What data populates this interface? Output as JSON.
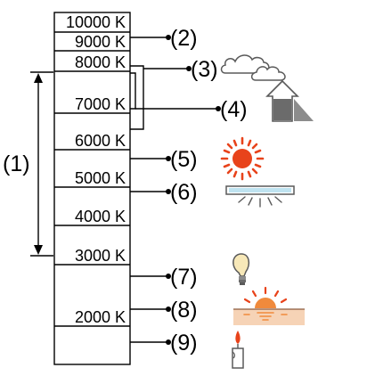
{
  "scale_labels": {
    "k10000": "10000 K",
    "k9000": "9000 K",
    "k8000": "8000 K",
    "k7000": "7000 K",
    "k6000": "6000 K",
    "k5000": "5000 K",
    "k4000": "4000 K",
    "k3000": "3000 K",
    "k2000": "2000 K"
  },
  "range_label": "(1)",
  "callouts": [
    {
      "label": "(2)",
      "icon": "none"
    },
    {
      "label": "(3)",
      "icon": "cloud-icon"
    },
    {
      "label": "(4)",
      "icon": "shade-icon"
    },
    {
      "label": "(5)",
      "icon": "sun-icon"
    },
    {
      "label": "(6)",
      "icon": "fluorescent-lamp-icon"
    },
    {
      "label": "(7)",
      "icon": "light-bulb-icon"
    },
    {
      "label": "(8)",
      "icon": "sunset-icon"
    },
    {
      "label": "(9)",
      "icon": "candle-icon"
    }
  ],
  "colors": {
    "line": "#000000",
    "icon_gray": "#5a5a5a",
    "sun_red": "#e8431b",
    "sunset_orange": "#f08a3c",
    "sunset_sand": "#f6d3b6",
    "lamp_cyan": "#bfe3f0"
  }
}
